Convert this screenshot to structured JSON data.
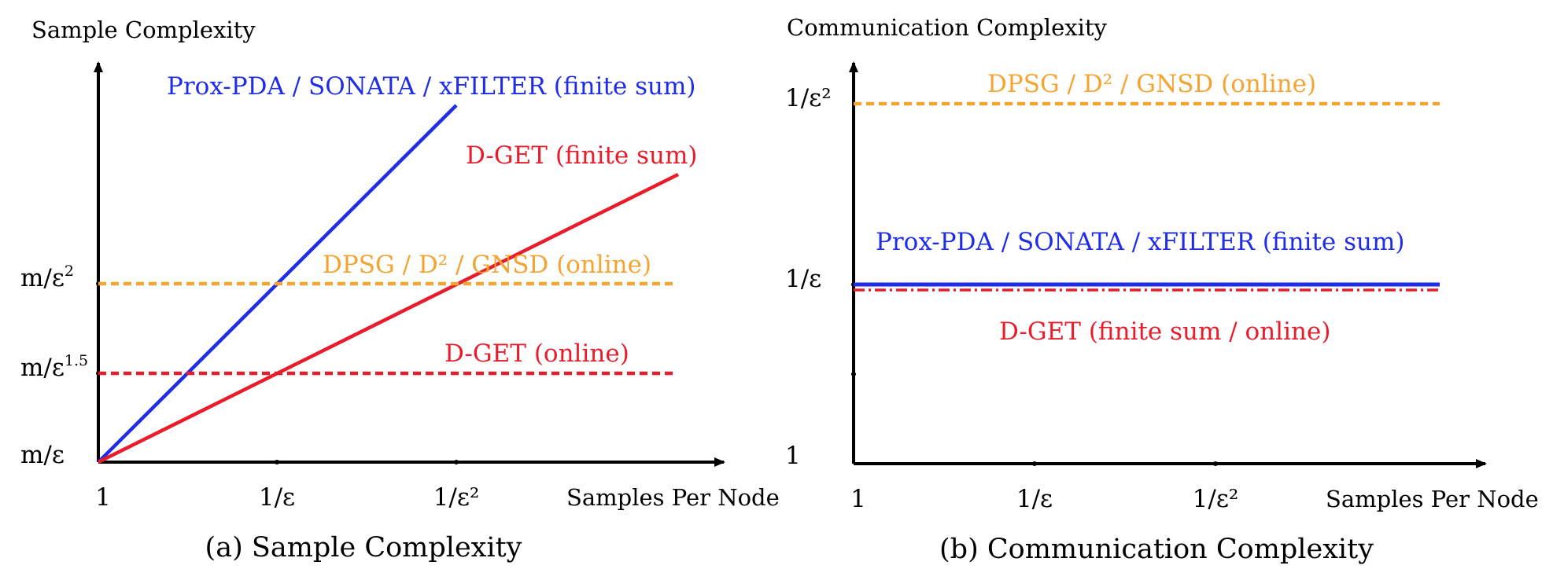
{
  "panels": [
    {
      "y_title": "Sample Complexity",
      "x_title": "Samples Per Node",
      "x_ticks": [
        "1",
        "1/ε",
        "1/ε²"
      ],
      "y_ticks": [
        "m/ε",
        "m/ε^1.5",
        "m/ε²"
      ],
      "y_ticks_parts": [
        {
          "base": "m/ε",
          "sup": ""
        },
        {
          "base": "m/ε",
          "sup": "1.5"
        },
        {
          "base": "m/ε",
          "sup": "2"
        }
      ],
      "caption": "(a) Sample Complexity",
      "series": [
        {
          "name": "Prox-PDA / SONATA / xFILTER (finite sum)",
          "color": "#1f2ee6",
          "style": "solid",
          "x": [
            0,
            2
          ],
          "y": [
            0,
            4
          ]
        },
        {
          "name": "D-GET (finite sum)",
          "color": "#e81c2a",
          "style": "solid",
          "x": [
            0,
            3.2
          ],
          "y": [
            0,
            3.2
          ]
        },
        {
          "name": "DPSG / D² / GNSD (online)",
          "color": "#f5a431",
          "style": "dashed",
          "x": [
            0,
            3.2
          ],
          "y": [
            2,
            2
          ]
        },
        {
          "name": "D-GET (online)",
          "color": "#e81c2a",
          "style": "dashed",
          "x": [
            0,
            3.2
          ],
          "y": [
            1,
            1
          ]
        }
      ]
    },
    {
      "y_title": "Communication Complexity",
      "x_title": "Samples Per Node",
      "x_ticks": [
        "1",
        "1/ε",
        "1/ε²"
      ],
      "y_ticks": [
        "1",
        "1/ε",
        "1/ε²"
      ],
      "caption": "(b) Communication Complexity",
      "series": [
        {
          "name": "DPSG / D² / GNSD (online)",
          "color": "#f5a431",
          "style": "dashed",
          "x": [
            0,
            3.2
          ],
          "y": [
            2,
            2
          ]
        },
        {
          "name": "Prox-PDA / SONATA / xFILTER (finite sum)",
          "color": "#1f2ee6",
          "style": "solid",
          "x": [
            0,
            3.2
          ],
          "y": [
            1,
            1
          ]
        },
        {
          "name": "D-GET (finite sum / online)",
          "color": "#e81c2a",
          "style": "dashdot",
          "x": [
            0,
            3.2
          ],
          "y": [
            1,
            1
          ]
        }
      ]
    }
  ],
  "colors": {
    "blue": "#1f2ee6",
    "red": "#e81c2a",
    "orange": "#f5a431",
    "axis": "#000000"
  }
}
